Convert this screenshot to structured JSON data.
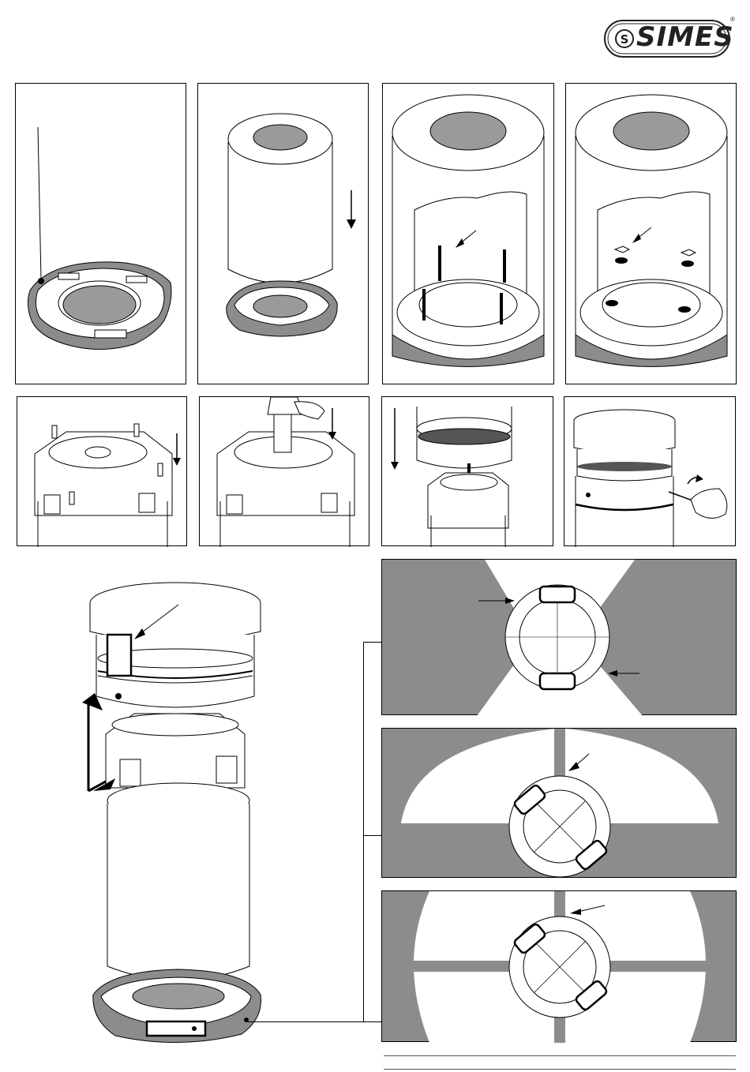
{
  "brand": {
    "logo_mark": "S",
    "logo_name": "SIMES",
    "registered": "®"
  },
  "steps": [
    {
      "id": "step-1",
      "depicts": "base-plate-anchored-to-ground"
    },
    {
      "id": "step-2",
      "depicts": "cylinder-lowered-onto-base-plate"
    },
    {
      "id": "step-3",
      "depicts": "threaded-studs-inside-cylinder"
    },
    {
      "id": "step-4",
      "depicts": "washers-and-nuts-on-studs"
    },
    {
      "id": "step-5",
      "depicts": "screws-into-head-housing"
    },
    {
      "id": "step-6",
      "depicts": "lamp-inserted-into-socket"
    },
    {
      "id": "step-7",
      "depicts": "diffuser-lowered-onto-housing"
    },
    {
      "id": "step-8",
      "depicts": "cap-screw-tightened-with-allen-key"
    }
  ],
  "colors": {
    "ink": "#000000",
    "ground_grey": "#8c8c8c",
    "fill_grey": "#9a9a9a",
    "paper": "#ffffff"
  }
}
